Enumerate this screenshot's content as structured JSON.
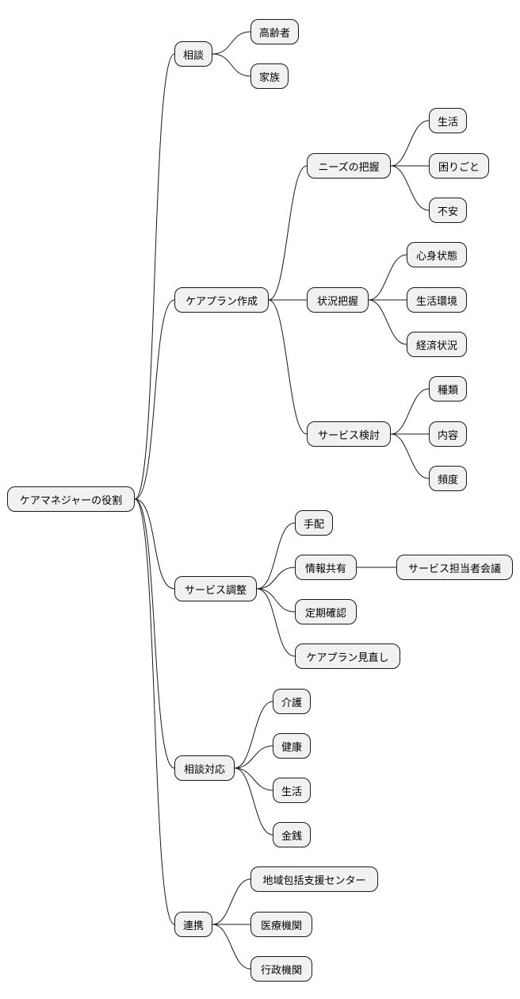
{
  "root": {
    "label": "ケアマネジャーの役割"
  },
  "branches": [
    {
      "label": "相談",
      "children": [
        {
          "label": "高齢者"
        },
        {
          "label": "家族"
        }
      ]
    },
    {
      "label": "ケアプラン作成",
      "children": [
        {
          "label": "ニーズの把握",
          "children": [
            {
              "label": "生活"
            },
            {
              "label": "困りごと"
            },
            {
              "label": "不安"
            }
          ]
        },
        {
          "label": "状況把握",
          "children": [
            {
              "label": "心身状態"
            },
            {
              "label": "生活環境"
            },
            {
              "label": "経済状況"
            }
          ]
        },
        {
          "label": "サービス検討",
          "children": [
            {
              "label": "種類"
            },
            {
              "label": "内容"
            },
            {
              "label": "頻度"
            }
          ]
        }
      ]
    },
    {
      "label": "サービス調整",
      "children": [
        {
          "label": "手配"
        },
        {
          "label": "情報共有",
          "children": [
            {
              "label": "サービス担当者会議"
            }
          ]
        },
        {
          "label": "定期確認"
        },
        {
          "label": "ケアプラン見直し"
        }
      ]
    },
    {
      "label": "相談対応",
      "children": [
        {
          "label": "介護"
        },
        {
          "label": "健康"
        },
        {
          "label": "生活"
        },
        {
          "label": "金銭"
        }
      ]
    },
    {
      "label": "連携",
      "children": [
        {
          "label": "地域包括支援センター"
        },
        {
          "label": "医療機関"
        },
        {
          "label": "行政機関"
        }
      ]
    }
  ]
}
